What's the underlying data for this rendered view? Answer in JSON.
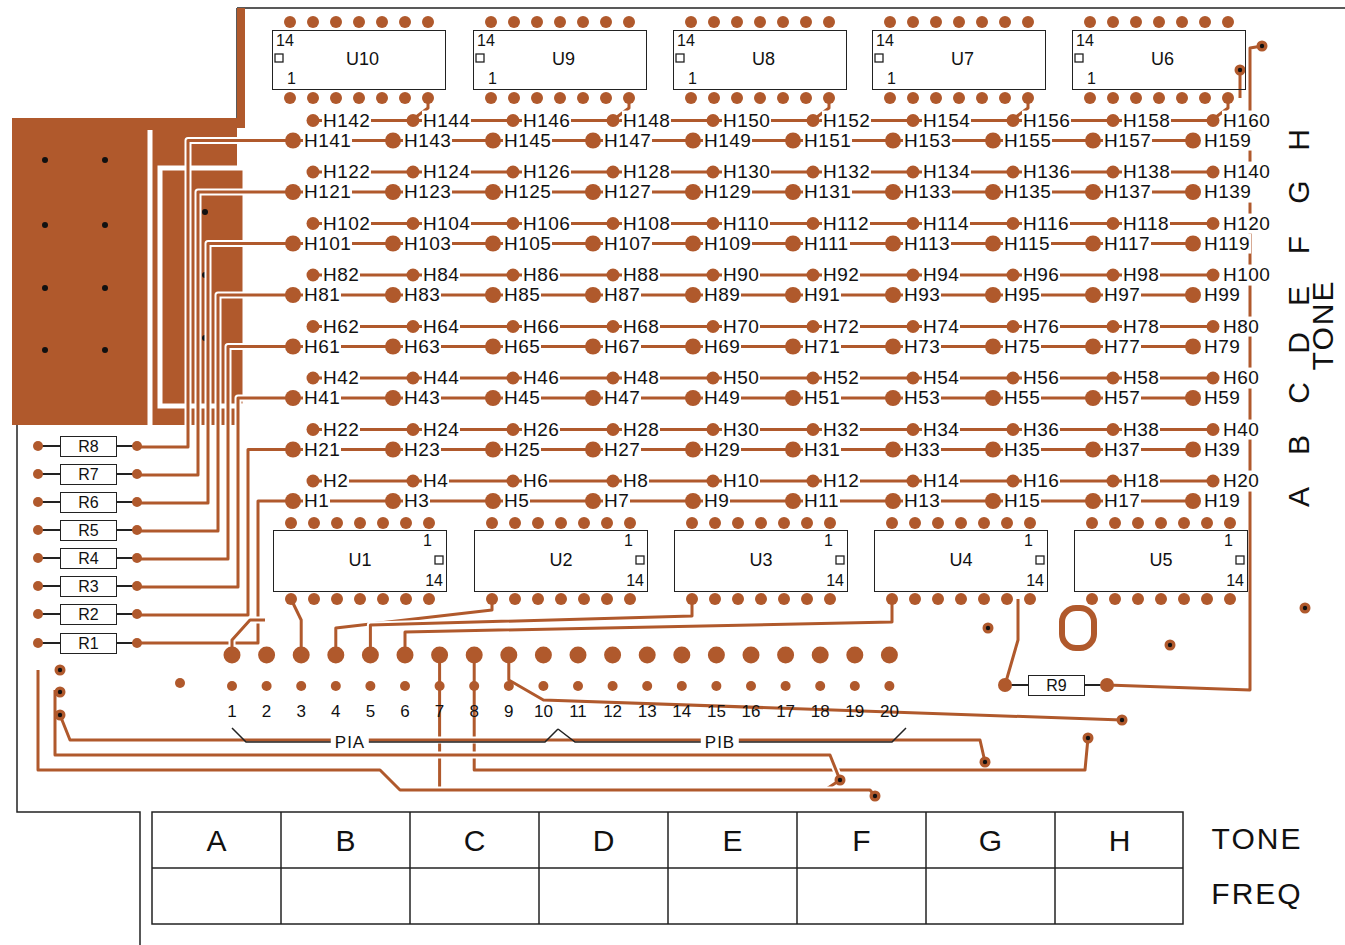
{
  "diagram": {
    "nodes": [
      {
        "text": [
          "14",
          "U10",
          "1"
        ]
      },
      {
        "text": [
          "14",
          "U9",
          "1"
        ]
      },
      {
        "text": [
          "14",
          "U8",
          "1"
        ]
      },
      {
        "text": [
          "14",
          "U7",
          "1"
        ]
      },
      {
        "text": [
          "14",
          "U6",
          "1"
        ]
      },
      {
        "text": [
          "R8"
        ]
      },
      {
        "text": [
          "R7"
        ]
      },
      {
        "text": [
          "R6"
        ]
      },
      {
        "text": [
          "R5"
        ]
      },
      {
        "text": [
          "R4"
        ]
      },
      {
        "text": [
          "R3"
        ]
      },
      {
        "text": [
          "R2"
        ]
      },
      {
        "text": [
          "R1"
        ]
      },
      {
        "text": [
          "1",
          "U1",
          "14"
        ]
      },
      {
        "text": [
          "1",
          "U2",
          "14"
        ]
      },
      {
        "text": [
          "1",
          "U3",
          "14"
        ]
      },
      {
        "text": [
          "1",
          "U4",
          "14"
        ]
      },
      {
        "text": [
          "1",
          "U5",
          "14"
        ]
      },
      {
        "text": [
          "R9"
        ]
      }
    ],
    "labels": [
      "H1",
      "H2",
      "H3",
      "H4",
      "H5",
      "H6",
      "H7",
      "H8",
      "H9",
      "H10",
      "H11",
      "H12",
      "H13",
      "H14",
      "H15",
      "H16",
      "H17",
      "H18",
      "H19",
      "H20",
      "H21",
      "H22",
      "H23",
      "H24",
      "H25",
      "H26",
      "H27",
      "H28",
      "H29",
      "H30",
      "H31",
      "H32",
      "H33",
      "H34",
      "H35",
      "H36",
      "H37",
      "H38",
      "H39",
      "H40",
      "H41",
      "H42",
      "H43",
      "H44",
      "H45",
      "H46",
      "H47",
      "H48",
      "H49",
      "H50",
      "H51",
      "H52",
      "H53",
      "H54",
      "H55",
      "H56",
      "H57",
      "H58",
      "H59",
      "H60",
      "H61",
      "H62",
      "H63",
      "H64",
      "H65",
      "H66",
      "H67",
      "H68",
      "H69",
      "H70",
      "H71",
      "H72",
      "H73",
      "H74",
      "H75",
      "H76",
      "H77",
      "H78",
      "H79",
      "H80",
      "H81",
      "H82",
      "H83",
      "H84",
      "H85",
      "H86",
      "H87",
      "H88",
      "H89",
      "H90",
      "H91",
      "H92",
      "H93",
      "H94",
      "H95",
      "H96",
      "H97",
      "H98",
      "H99",
      "H100",
      "H101",
      "H102",
      "H103",
      "H104",
      "H105",
      "H106",
      "H107",
      "H108",
      "H109",
      "H110",
      "H111",
      "H112",
      "H113",
      "H114",
      "H115",
      "H116",
      "H117",
      "H118",
      "H119",
      "H120",
      "H121",
      "H122",
      "H123",
      "H124",
      "H125",
      "H126",
      "H127",
      "H128",
      "H129",
      "H130",
      "H131",
      "H132",
      "H133",
      "H134",
      "H135",
      "H136",
      "H137",
      "H138",
      "H139",
      "H140",
      "H141",
      "H142",
      "H143",
      "H144",
      "H145",
      "H146",
      "H147",
      "H148",
      "H149",
      "H150",
      "H151",
      "H152",
      "H153",
      "H154",
      "H155",
      "H156",
      "H157",
      "H158",
      "H159",
      "H160",
      "1",
      "2",
      "3",
      "4",
      "5",
      "6",
      "7",
      "8",
      "9",
      "10",
      "11",
      "12",
      "13",
      "14",
      "15",
      "16",
      "17",
      "18",
      "19",
      "20",
      "PIA",
      "PIB",
      "A",
      "B",
      "C",
      "D",
      "E",
      "F",
      "G",
      "H",
      "TONE",
      "A",
      "B",
      "C",
      "D",
      "E",
      "F",
      "G",
      "H",
      "TONE",
      "FREQ"
    ]
  }
}
